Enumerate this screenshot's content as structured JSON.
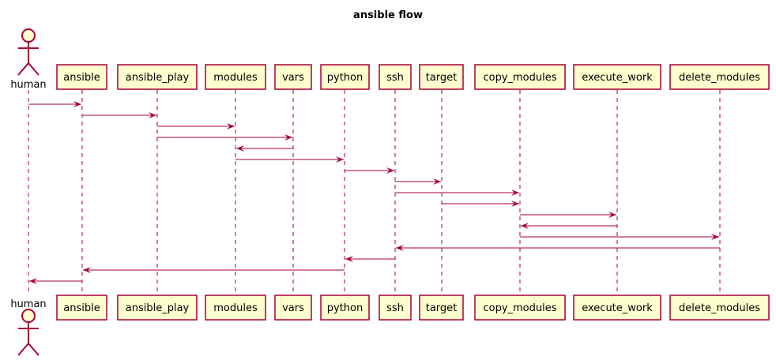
{
  "title": "ansible flow",
  "participants": [
    {
      "id": "human",
      "label": "human",
      "kind": "actor"
    },
    {
      "id": "ansible",
      "label": "ansible",
      "kind": "box"
    },
    {
      "id": "ansible_play",
      "label": "ansible_play",
      "kind": "box"
    },
    {
      "id": "modules",
      "label": "modules",
      "kind": "box"
    },
    {
      "id": "vars",
      "label": "vars",
      "kind": "box"
    },
    {
      "id": "python",
      "label": "python",
      "kind": "box"
    },
    {
      "id": "ssh",
      "label": "ssh",
      "kind": "box"
    },
    {
      "id": "target",
      "label": "target",
      "kind": "box"
    },
    {
      "id": "copy_modules",
      "label": "copy_modules",
      "kind": "box"
    },
    {
      "id": "execute_work",
      "label": "execute_work",
      "kind": "box"
    },
    {
      "id": "delete_modules",
      "label": "delete_modules",
      "kind": "box"
    }
  ],
  "messages": [
    {
      "from": "human",
      "to": "ansible"
    },
    {
      "from": "ansible",
      "to": "ansible_play"
    },
    {
      "from": "ansible_play",
      "to": "modules"
    },
    {
      "from": "ansible_play",
      "to": "vars"
    },
    {
      "from": "vars",
      "to": "modules"
    },
    {
      "from": "modules",
      "to": "python"
    },
    {
      "from": "python",
      "to": "ssh"
    },
    {
      "from": "ssh",
      "to": "target"
    },
    {
      "from": "ssh",
      "to": "copy_modules"
    },
    {
      "from": "target",
      "to": "copy_modules"
    },
    {
      "from": "copy_modules",
      "to": "execute_work"
    },
    {
      "from": "execute_work",
      "to": "copy_modules"
    },
    {
      "from": "copy_modules",
      "to": "delete_modules"
    },
    {
      "from": "delete_modules",
      "to": "ssh"
    },
    {
      "from": "ssh",
      "to": "python"
    },
    {
      "from": "python",
      "to": "ansible"
    },
    {
      "from": "ansible",
      "to": "human"
    }
  ],
  "colors": {
    "line": "#A80036",
    "box_fill": "#FEFECE",
    "text": "#000000"
  }
}
